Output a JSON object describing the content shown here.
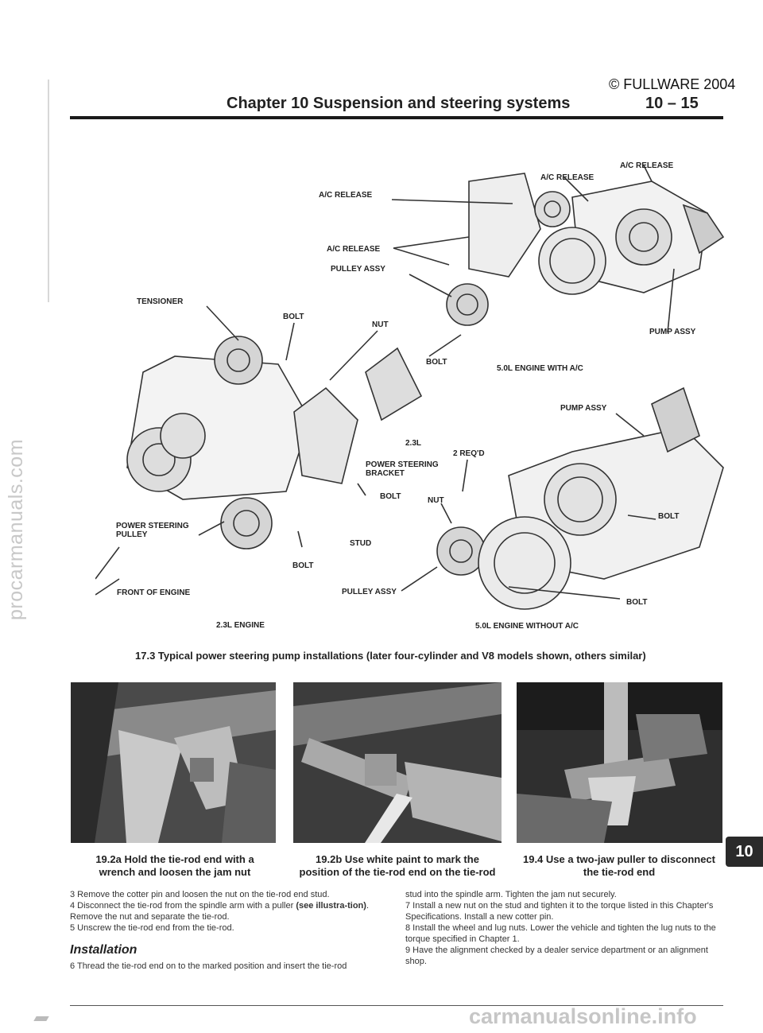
{
  "watermarks": {
    "side": "procarmanuals.com",
    "bottom": "carmanualsonline.info"
  },
  "header": {
    "copyright": "© FULLWARE 2004",
    "chapter_title": "Chapter 10  Suspension and steering systems",
    "page_number": "10 – 15"
  },
  "figure": {
    "labels": {
      "ac_release_1": "A/C RELEASE",
      "ac_release_2": "A/C RELEASE",
      "ac_release_3": "A/C RELEASE",
      "ac_release_4": "A/C RELEASE",
      "pulley_assy_top": "PULLEY ASSY",
      "pump_assy_top": "PUMP ASSY",
      "bolt_top": "BOLT",
      "engine_v8_ac": "5.0L ENGINE WITH A/C",
      "tensioner": "TENSIONER",
      "bolt_left_top": "BOLT",
      "nut_left": "NUT",
      "l23": "2.3L",
      "ps_bracket_1": "POWER STEERING",
      "ps_bracket_2": "BRACKET",
      "bolt_mid": "BOLT",
      "ps_pulley_1": "POWER STEERING",
      "ps_pulley_2": "PULLEY",
      "stud": "STUD",
      "bolt_left_bottom": "BOLT",
      "front_of_engine": "FRONT OF ENGINE",
      "engine_23": "2.3L ENGINE",
      "pump_assy_right": "PUMP ASSY",
      "two_reqd": "2 REQ'D",
      "nut_right": "NUT",
      "bolt_right": "BOLT",
      "pulley_assy_right": "PULLEY ASSY",
      "bolt_bottom_right": "BOLT",
      "engine_v8_noac": "5.0L ENGINE WITHOUT A/C"
    },
    "caption": "17.3  Typical power steering pump installations (later four-cylinder and V8 models shown, others similar)"
  },
  "photos": [
    {
      "caption_line1": "19.2a  Hold the tie-rod end with a",
      "caption_line2": "wrench and loosen the jam nut"
    },
    {
      "caption_line1": "19.2b  Use white paint to mark the",
      "caption_line2": "position of the tie-rod end on the tie-rod"
    },
    {
      "caption_line1": "19.4  Use a two-jaw puller to disconnect",
      "caption_line2": "the tie-rod end"
    }
  ],
  "chapter_tab": "10",
  "body": {
    "left": {
      "p3": "3   Remove the cotter pin and loosen the nut on the tie-rod end stud.",
      "p4_a": "4   Disconnect the tie-rod from the spindle arm with a puller ",
      "p4_b": "(see illustra-tion)",
      "p4_c": ". Remove the nut and separate the tie-rod.",
      "p5": "5   Unscrew the tie-rod end from the tie-rod.",
      "subhead": "Installation",
      "p6": "6   Thread the tie-rod end on to the marked position and insert the tie-rod"
    },
    "right": {
      "p6_cont": "stud into the spindle arm. Tighten the jam nut securely.",
      "p7": "7   Install a new nut on the stud and tighten it to the torque listed in this Chapter's Specifications. Install a new cotter pin.",
      "p8": "8   Install the wheel and lug nuts. Lower the vehicle and tighten the lug nuts to the torque specified in Chapter 1.",
      "p9": "9   Have the alignment checked by a dealer service department or an alignment shop."
    }
  }
}
